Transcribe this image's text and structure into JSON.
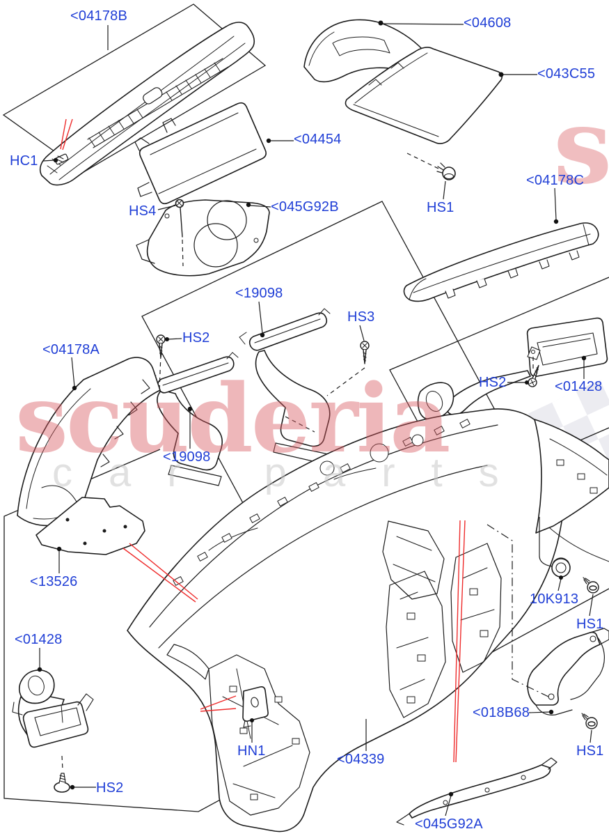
{
  "watermark": {
    "brand": "scuderia",
    "tagline": "car parts"
  },
  "colors": {
    "label_blue": "#1f3ed6",
    "line_black": "#1b1b1b",
    "arrow_red": "#ee2b2b",
    "brand_red": "#d9565c",
    "tagline_gray": "#c9c9c9",
    "checker_gray": "#e9e9ee"
  },
  "labels": {
    "p04178B": "<04178B",
    "p04608": "<04608",
    "p043C55": "<043C55",
    "p04454": "<04454",
    "hc1": "HC1",
    "hs4": "HS4",
    "p045G92B": "<045G92B",
    "hs1_top": "HS1",
    "p04178C": "<04178C",
    "p19098_center": "<19098",
    "hs2_mid": "HS2",
    "hs3": "HS3",
    "p04178A": "<04178A",
    "hs2_right": "HS2",
    "p01428_right": "<01428",
    "p19098_left": "<19098",
    "p13526": "<13526",
    "p01428_left": "<01428",
    "p10K913": "10K913",
    "hs1_right": "HS1",
    "hn1": "HN1",
    "p04339": "<04339",
    "p018B68": "<018B68",
    "hs1_bottom": "HS1",
    "hs2_bottom": "HS2",
    "p045G92A": "<045G92A"
  }
}
